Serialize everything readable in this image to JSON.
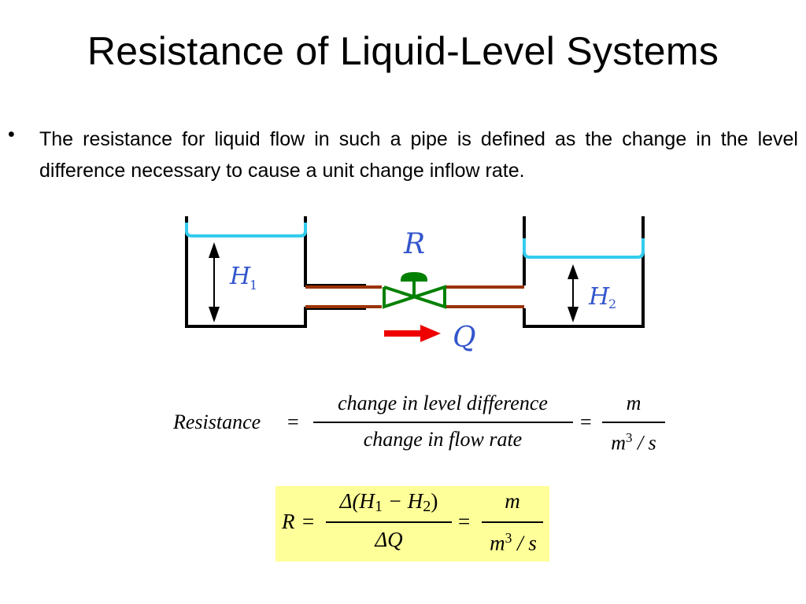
{
  "slide": {
    "title": "Resistance of Liquid-Level Systems",
    "bullet_symbol": "•",
    "bullet_text": "The resistance for liquid flow in such a pipe is defined as the change in the level difference necessary to cause a unit change inflow rate."
  },
  "diagram": {
    "valve_label": "R",
    "tank1_label": "H",
    "tank1_sub": "1",
    "tank2_label": "H",
    "tank2_sub": "2",
    "flow_label": "Q",
    "colors": {
      "tank_wall": "#000000",
      "water_surface": "#33ccee",
      "pipe": "#993300",
      "valve": "#008000",
      "label_blue": "#3355cc",
      "flow_arrow": "#ee0000"
    }
  },
  "equation1": {
    "lhs": "Resistance",
    "eq": "=",
    "numerator": "change in level difference",
    "denominator": "change in flow rate",
    "eq2": "=",
    "unit_num": "m",
    "unit_den_base": "m",
    "unit_den_exp": "3",
    "unit_den_rest": " / s"
  },
  "equation2": {
    "lhs": "R",
    "eq": "=",
    "numerator": "Δ(H",
    "num_sub1": "1",
    "num_mid": " − H",
    "num_sub2": "2",
    "num_close": ")",
    "denominator": "ΔQ",
    "eq2": "=",
    "unit_num": "m",
    "unit_den_base": "m",
    "unit_den_exp": "3",
    "unit_den_rest": " / s",
    "background": "#ffff99"
  }
}
